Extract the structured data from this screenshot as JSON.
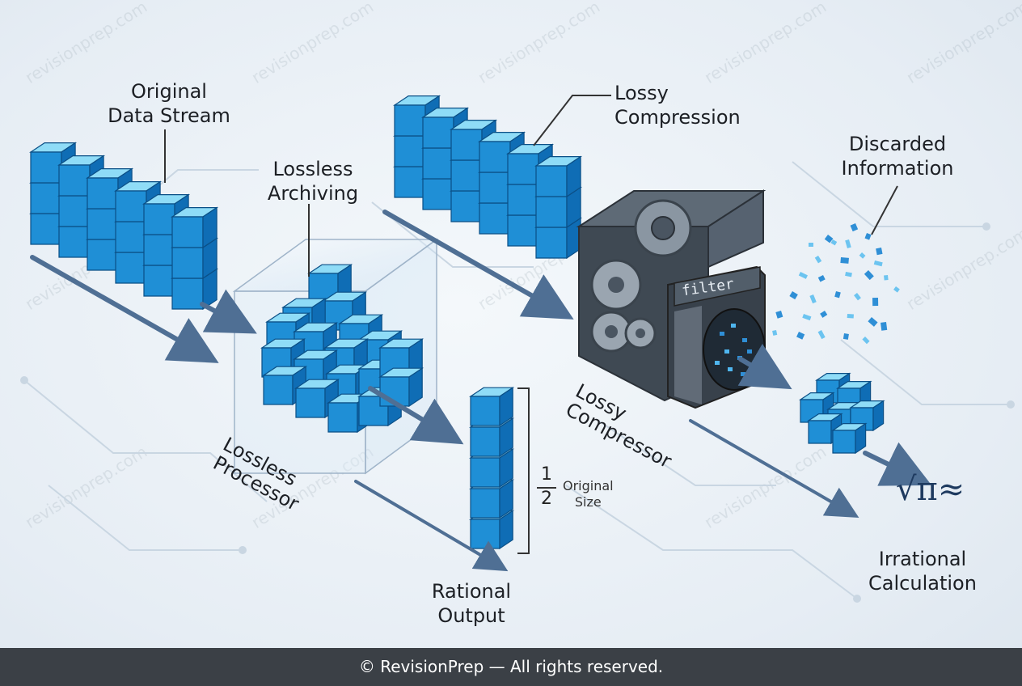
{
  "labels": {
    "original_data_stream": [
      "Original",
      "Data Stream"
    ],
    "lossless_archiving": [
      "Lossless",
      "Archiving"
    ],
    "lossy_compression": [
      "Lossy",
      "Compression"
    ],
    "discarded_information": [
      "Discarded",
      "Information"
    ],
    "lossless_processor": [
      "Lossless",
      "Processor"
    ],
    "lossy_compressor": [
      "Lossy",
      "Compressor"
    ],
    "rational_output": [
      "Rational",
      "Output"
    ],
    "irrational_calculation": [
      "Irrational",
      "Calculation"
    ],
    "filter": "filter",
    "fraction_numerator": "1",
    "fraction_denominator": "2",
    "original_size": [
      "Original",
      "Size"
    ],
    "math_symbols": "√π≈"
  },
  "watermark": "revisionprep.com",
  "footer": "© RevisionPrep — All rights reserved.",
  "colors": {
    "cube_top": "#8fdcf7",
    "cube_left": "#1f8fd6",
    "cube_right": "#0f6db5",
    "arrow": "#4f6f94",
    "machine_body": "#4a5561",
    "footer_bg": "#3b4046"
  }
}
